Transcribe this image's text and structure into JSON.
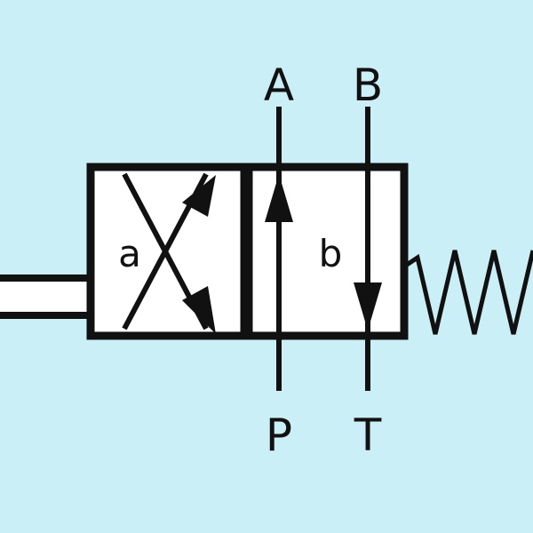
{
  "diagram": {
    "ports": {
      "a_port": "A",
      "b_port": "B",
      "p_port": "P",
      "t_port": "T"
    },
    "positions": {
      "left": "a",
      "right": "b"
    }
  },
  "colors": {
    "background": "#cbeff7",
    "ink": "#111111",
    "fill": "#ffffff"
  }
}
